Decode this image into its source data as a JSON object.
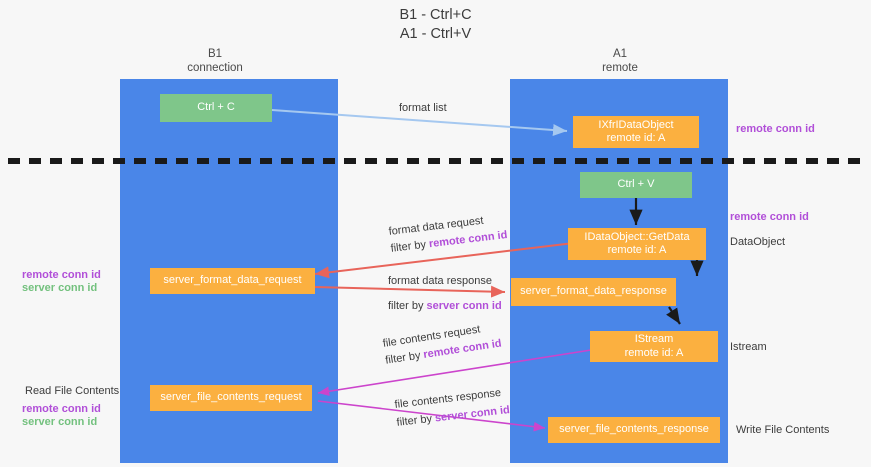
{
  "title": {
    "line1": "B1 - Ctrl+C",
    "line2": "A1 - Ctrl+V"
  },
  "columns": [
    {
      "name": "B1",
      "sub": "connection"
    },
    {
      "name": "A1",
      "sub": "remote"
    }
  ],
  "colors": {
    "lane": "#4a86e8",
    "green_node": "#7fc68a",
    "orange_node": "#fbb040",
    "divider": "#1a1a1a",
    "arrow_blue": "#a5c8f0",
    "arrow_black": "#1a1a1a",
    "arrow_red": "#e8645a",
    "arrow_magenta": "#cc44cc",
    "purple_text": "#b14fd8",
    "green_text": "#73c17e"
  },
  "nodes": {
    "ctrl_c": {
      "line1": "Ctrl + C"
    },
    "idataobject": {
      "line1": "IXfrIDataObject",
      "line2": "remote id: A"
    },
    "ctrl_v": {
      "line1": "Ctrl + V"
    },
    "getdata": {
      "line1": "IDataObject::GetData",
      "line2": "remote id: A"
    },
    "server_format_data_request": {
      "line1": "server_format_data_request"
    },
    "server_format_data_response": {
      "line1": "server_format_data_response"
    },
    "istream": {
      "line1": "IStream",
      "line2": "remote id: A"
    },
    "server_file_contents_request": {
      "line1": "server_file_contents_request"
    },
    "server_file_contents_response": {
      "line1": "server_file_contents_response"
    }
  },
  "edge_labels": {
    "format_list": "format list",
    "format_data_request": "format data request",
    "format_data_request_filter_prefix": "filter by ",
    "format_data_request_filter_key": "remote conn id",
    "format_data_response": "format data response",
    "format_data_response_filter_prefix": "filter by ",
    "format_data_response_filter_key": "server conn id",
    "file_contents_request": "file contents request",
    "file_contents_request_filter_prefix": "filter by ",
    "file_contents_request_filter_key": "remote conn id",
    "file_contents_response": "file contents response",
    "file_contents_response_filter_prefix": "filter by ",
    "file_contents_response_filter_key": "server conn id"
  },
  "annotations": {
    "right_remote_conn_id_top": "remote conn id",
    "right_remote_conn_id_mid": "remote conn id",
    "right_dataobject": "DataObject",
    "right_istream": "Istream",
    "right_write_file_contents": "Write File Contents",
    "left_remote_conn_id": "remote conn id",
    "left_server_conn_id": "server conn id",
    "left_read_file_contents": "Read File Contents",
    "left_remote_conn_id_2": "remote conn id",
    "left_server_conn_id_2": "server conn id"
  }
}
